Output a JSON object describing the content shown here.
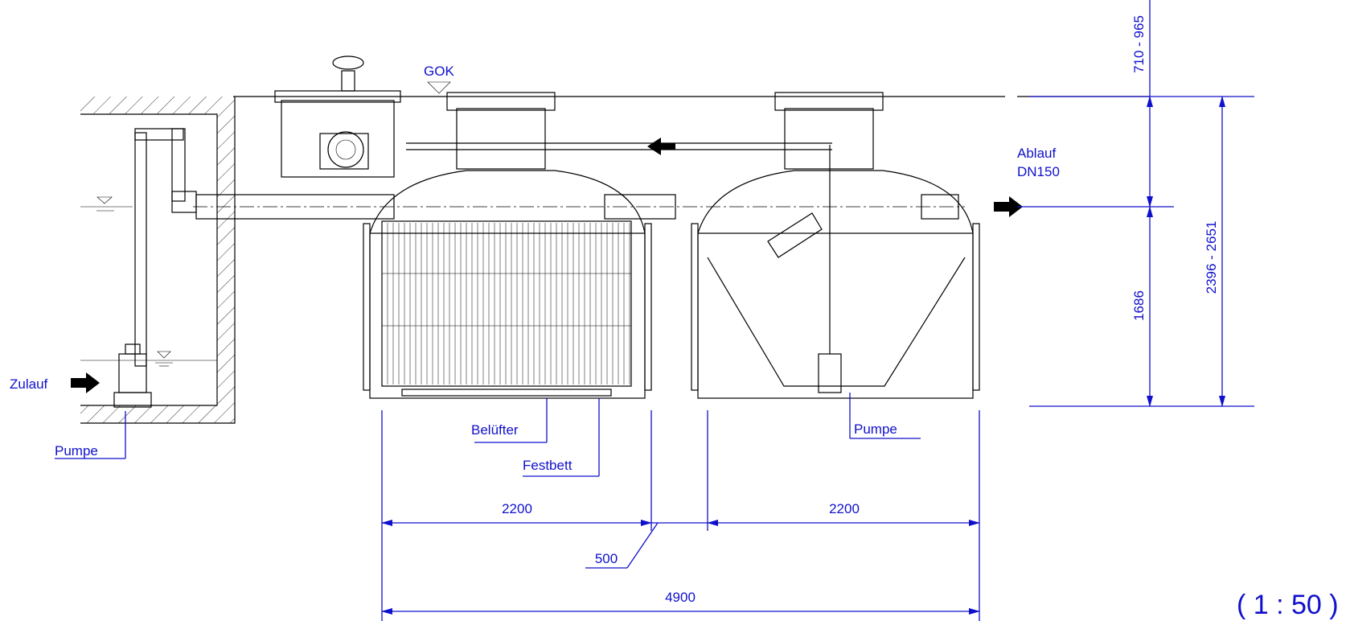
{
  "labels": {
    "gok": "GOK",
    "zulauf": "Zulauf",
    "pumpe_left": "Pumpe",
    "pumpe_right": "Pumpe",
    "belufter": "Belüfter",
    "festbett": "Festbett",
    "ablauf_line1": "Ablauf",
    "ablauf_line2": "DN150"
  },
  "dimensions": {
    "tank1_width": "2200",
    "tank2_width": "2200",
    "gap": "500",
    "total_width": "4900",
    "cover_height": "710 - 965",
    "tank_water_height": "1686",
    "total_height": "2396 - 2651"
  },
  "scale": "( 1 : 50 )",
  "colors": {
    "dimension": "#1010cc",
    "linework": "#000000",
    "arrow_fill": "#000000"
  }
}
